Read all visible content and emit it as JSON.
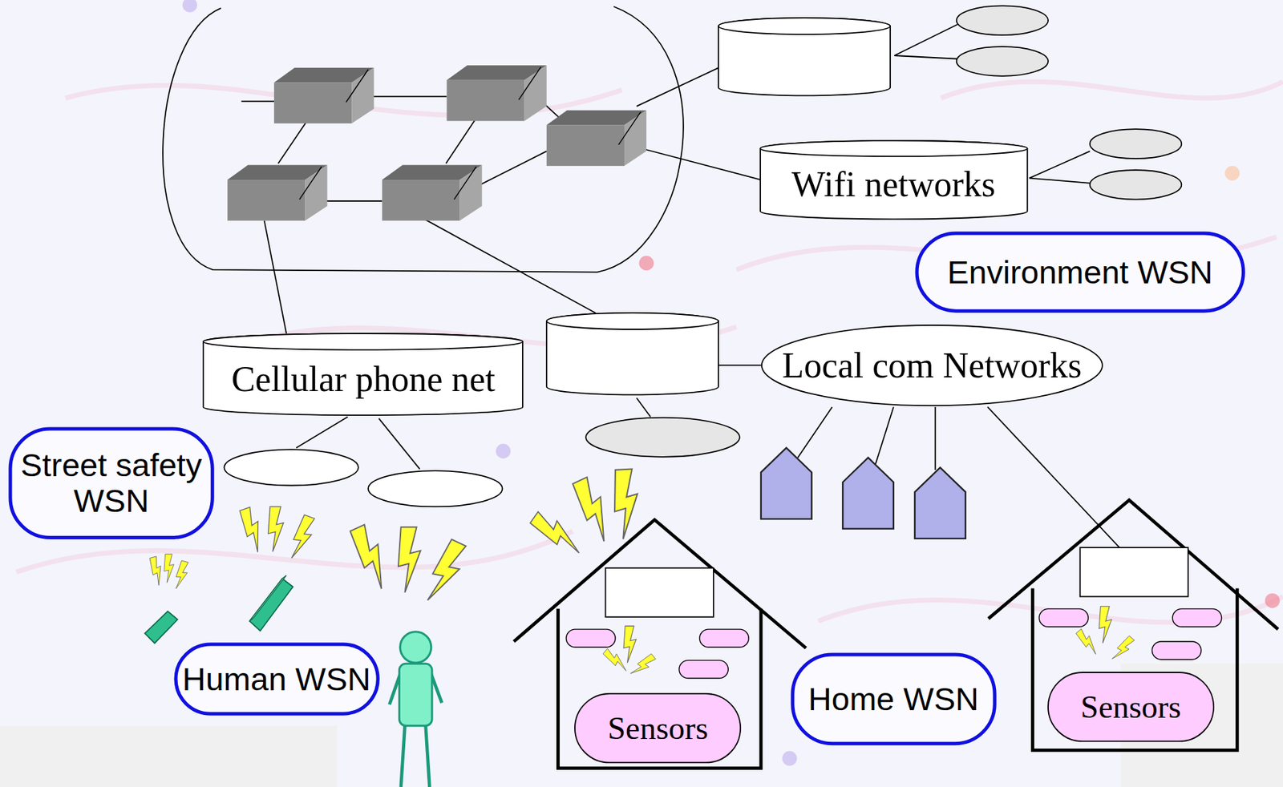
{
  "diagram": {
    "nodes": [
      {
        "text": [
          "Wifi networks"
        ]
      },
      {
        "text": [
          "Environment WSN"
        ]
      },
      {
        "text": [
          "Cellular phone net"
        ]
      },
      {
        "text": [
          "Local com Networks"
        ]
      },
      {
        "text": [
          "Street safety WSN"
        ]
      },
      {
        "text": [
          "Human WSN"
        ]
      },
      {
        "text": [
          "Home WSN"
        ]
      },
      {
        "text": [
          "Sensors"
        ]
      },
      {
        "text": [
          "Sensors"
        ]
      }
    ]
  }
}
